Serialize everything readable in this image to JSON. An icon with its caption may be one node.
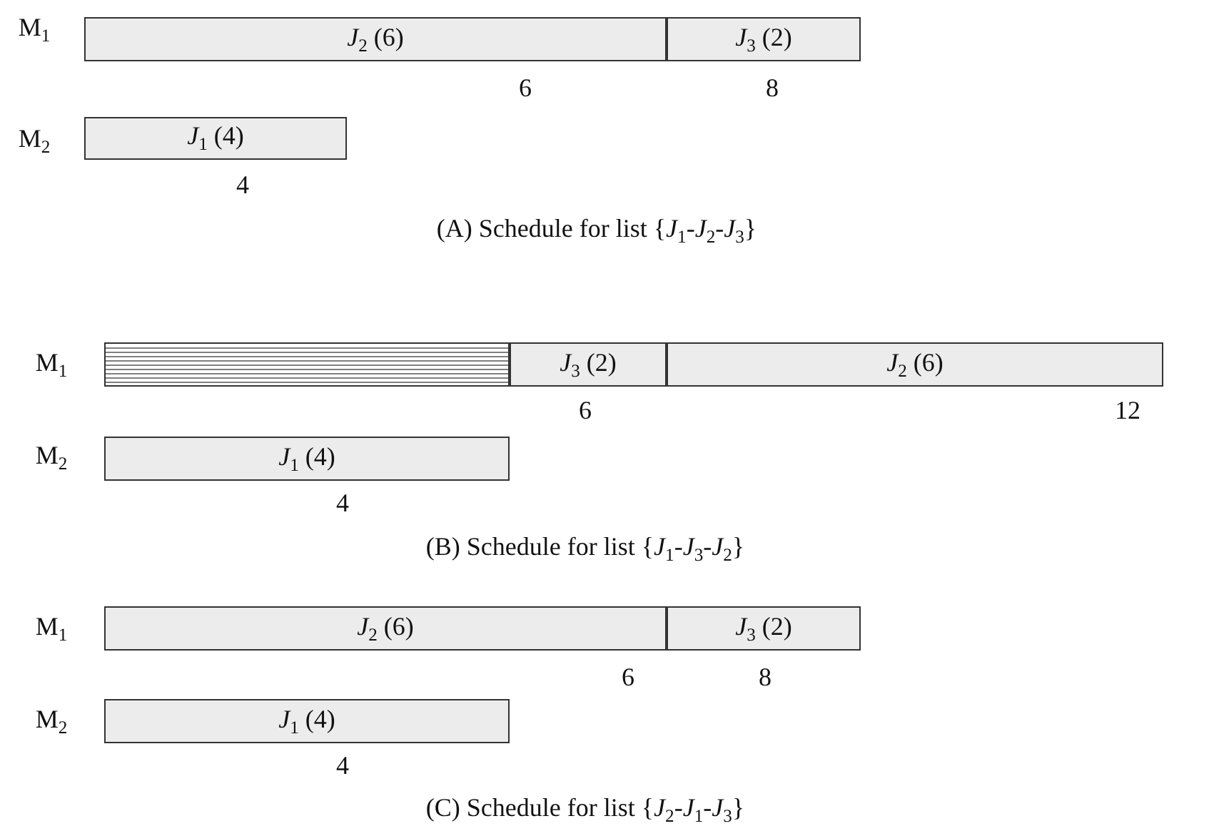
{
  "diagram": {
    "nodes": [
      {
        "text": [
          "*J*$_{2}$ (6)"
        ]
      },
      {
        "text": [
          "*J*$_{3}$ (2)"
        ]
      },
      {
        "text": [
          "*J*$_{1}$ (4)"
        ]
      },
      {
        "text": [],
        "shape": "bar"
      },
      {
        "text": [
          "*J*$_{3}$ (2)"
        ]
      },
      {
        "text": [
          "*J*$_{2}$ (6)"
        ]
      },
      {
        "text": [
          "*J*$_{1}$ (4)"
        ]
      },
      {
        "text": [
          "*J*$_{2}$ (6)"
        ]
      },
      {
        "text": [
          "*J*$_{3}$ (2)"
        ]
      },
      {
        "text": [
          "*J*$_{1}$ (4)"
        ]
      }
    ],
    "labels": [
      "M$_{1}$",
      "6",
      "8",
      "M$_{2}$",
      "4",
      "(A) Schedule for list {*J*$_{1}$-*J*$_{2}$-*J*$_{3}$}",
      "M$_{1}$",
      "6",
      "12",
      "M$_{2}$",
      "4",
      "(B) Schedule for list {*J*$_{1}$-*J*$_{3}$-*J*$_{2}$}",
      "M$_{1}$",
      "6",
      "8",
      "M$_{2}$",
      "4",
      "(C) Schedule for list {*J*$_{2}$-*J*$_{1}$-*J*$_{3}$}"
    ]
  }
}
